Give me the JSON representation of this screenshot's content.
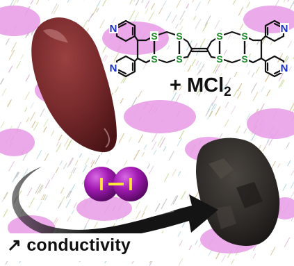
{
  "reagent": {
    "plus": "+ MCl",
    "subscript": "2"
  },
  "molecule": {
    "atom_S": "S",
    "atom_N": "N"
  },
  "iodine": {
    "atom1": "I",
    "atom2": "I",
    "bond": "—"
  },
  "conductivity": {
    "arrow": "↗",
    "label": "conductivity"
  },
  "colors": {
    "background": "#ffffff",
    "blob_pink": "#e89be6",
    "crystal_red": "#7a2a2a",
    "crystal_black": "#2e2a28",
    "iodine_purple": "#a21ab3",
    "sulfur_green": "#1c8a28",
    "nitrogen_blue": "#1830c8",
    "arrow_black": "#141414"
  }
}
